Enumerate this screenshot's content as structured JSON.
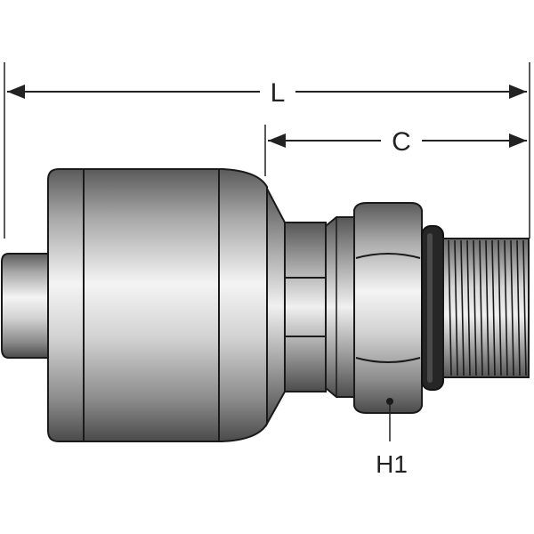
{
  "dimensions": {
    "overall_length_label": "L",
    "cutoff_length_label": "C",
    "hex_label": "H1"
  },
  "colors": {
    "outline": "#1a1a1a",
    "metal_dark": "#4a4a4a",
    "metal_mid": "#9a9a9a",
    "metal_light": "#e8e8e8",
    "oring": "#262626",
    "dimension_line": "#222222"
  }
}
